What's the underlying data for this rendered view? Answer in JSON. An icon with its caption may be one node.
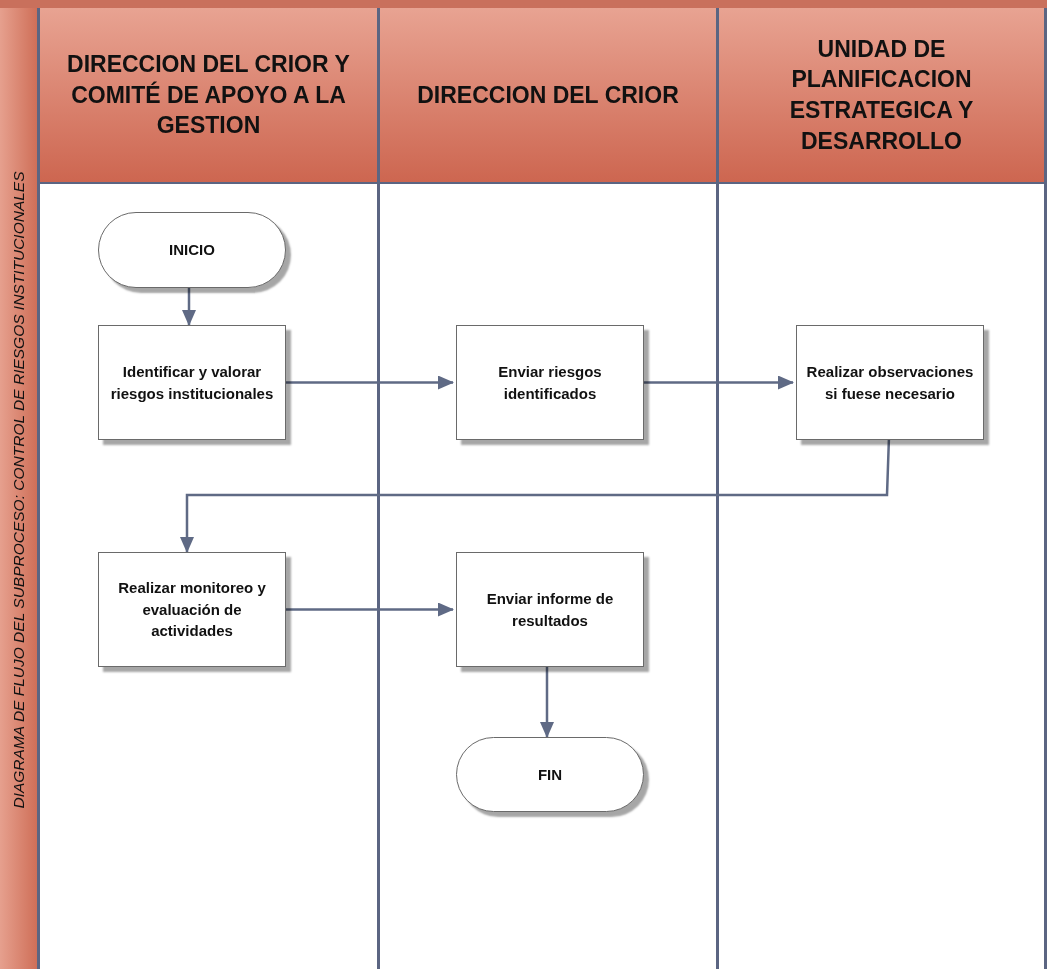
{
  "diagram": {
    "nodes": [
      {
        "text": [
          "DIAGRAMA DE FLUJO DEL SUBPROCESO: CONTROL DE RIESGOS INSTITUCIONALES"
        ]
      },
      {
        "text": [
          "DIRECCION DEL CRIOR Y COMITÉ DE APOYO A LA GESTION"
        ],
        "in": 0
      },
      {
        "text": [
          "DIRECCION DEL CRIOR"
        ],
        "in": 0
      },
      {
        "text": [
          "UNIDAD DE PLANIFICACION ESTRATEGICA Y DESARROLLO"
        ],
        "in": 0
      },
      {
        "text": [
          "INICIO"
        ],
        "in": 1
      },
      {
        "text": [
          "Identificar y valorar riesgos institucionales"
        ],
        "in": 1
      },
      {
        "text": [
          "Enviar riesgos identificados"
        ],
        "in": 2
      },
      {
        "text": [
          "Realizar observaciones si fuese necesario"
        ],
        "in": 3
      },
      {
        "text": [
          "Realizar monitoreo y evaluación de actividades"
        ],
        "in": 1
      },
      {
        "text": [
          "Enviar informe de resultados"
        ],
        "in": 2
      },
      {
        "text": [
          "FIN"
        ],
        "in": 2
      }
    ],
    "edges": [
      {
        "from": 4,
        "to": 5,
        "arrow": "to"
      },
      {
        "from": 5,
        "to": 6,
        "arrow": "to"
      },
      {
        "from": 6,
        "to": 7,
        "arrow": "to"
      },
      {
        "from": 7,
        "to": 8,
        "arrow": "to"
      },
      {
        "from": 8,
        "to": 9,
        "arrow": "to"
      },
      {
        "from": 9,
        "to": 10,
        "arrow": "to"
      }
    ]
  }
}
